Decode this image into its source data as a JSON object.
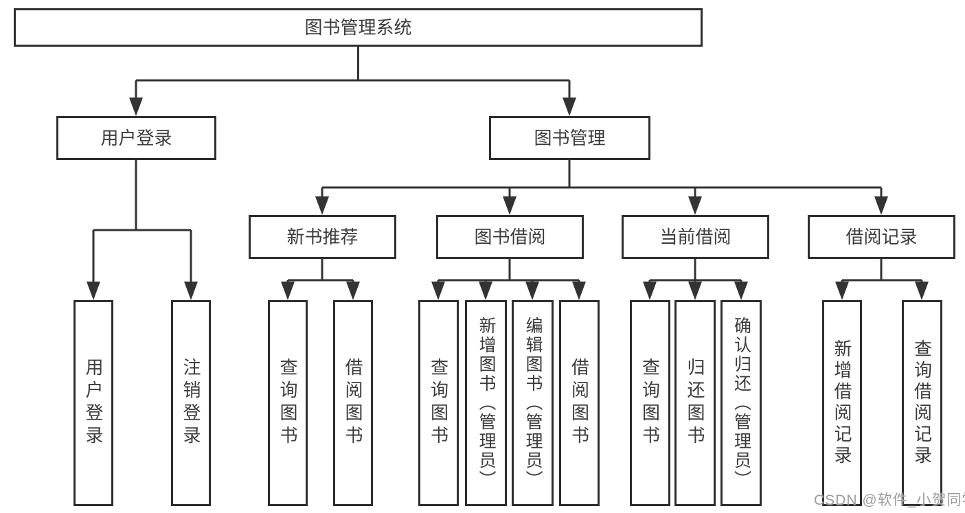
{
  "diagram": {
    "root": {
      "label": "图书管理系统",
      "children": [
        {
          "label": "用户登录",
          "children": [
            {
              "label": "用户登录"
            },
            {
              "label": "注销登录"
            }
          ]
        },
        {
          "label": "图书管理",
          "children": [
            {
              "label": "新书推荐",
              "children": [
                {
                  "label": "查询图书"
                },
                {
                  "label": "借阅图书"
                }
              ]
            },
            {
              "label": "图书借阅",
              "children": [
                {
                  "label": "查询图书"
                },
                {
                  "label": "新增图书（管理员）"
                },
                {
                  "label": "编辑图书（管理员）"
                },
                {
                  "label": "借阅图书"
                }
              ]
            },
            {
              "label": "当前借阅",
              "children": [
                {
                  "label": "查询图书"
                },
                {
                  "label": "归还图书"
                },
                {
                  "label": "确认归还（管理员）"
                }
              ]
            },
            {
              "label": "借阅记录",
              "children": [
                {
                  "label": "新增借阅记录"
                },
                {
                  "label": "查询借阅记录"
                }
              ]
            }
          ]
        }
      ]
    }
  },
  "watermark": {
    "text": "CSDN @软件_小贺同学",
    "color": "#9c9c9c"
  },
  "colors": {
    "line": "#333333",
    "box_border": "#2e2e2e",
    "text": "#3b3b3b",
    "background": "#ffffff"
  }
}
